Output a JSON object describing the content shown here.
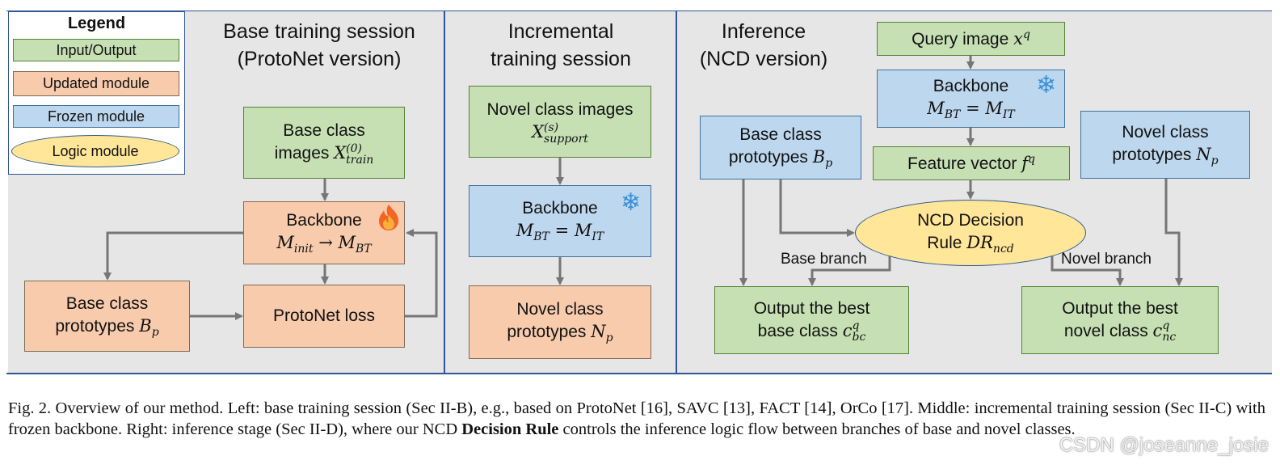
{
  "legend": {
    "title": "Legend",
    "input_output": "Input/Output",
    "updated_module": "Updated module",
    "frozen_module": "Frozen module",
    "logic_module": "Logic module"
  },
  "base_session": {
    "title_line1": "Base training session",
    "title_line2": "(ProtoNet version)",
    "images_line1": "Base class",
    "images_line2": "images ",
    "images_var": "X",
    "images_sup": "(0)",
    "images_sub": "train",
    "backbone_label": "Backbone",
    "backbone_math": "M",
    "backbone_sub1": "init",
    "backbone_arrow": " → M",
    "backbone_sub2": "BT",
    "prototypes_line1": "Base class",
    "prototypes_line2": "prototypes ",
    "prototypes_var": "B",
    "prototypes_sub": "p",
    "loss": "ProtoNet loss"
  },
  "incremental_session": {
    "title_line1": "Incremental",
    "title_line2": "training session",
    "images_line1": "Novel class images",
    "images_var": "X",
    "images_sup": "(s)",
    "images_sub": "support",
    "backbone_label": "Backbone",
    "backbone_m1": "M",
    "backbone_sub1": "BT",
    "backbone_eq": " = M",
    "backbone_sub2": "IT",
    "prototypes_line1": "Novel class",
    "prototypes_line2": "prototypes ",
    "prototypes_var": "N",
    "prototypes_sub": "p"
  },
  "inference": {
    "title_line1": "Inference",
    "title_line2": "(NCD version)",
    "query_label": "Query image ",
    "query_var": "x",
    "query_sup": "q",
    "backbone_label": "Backbone",
    "backbone_m1": "M",
    "backbone_sub1": "BT",
    "backbone_eq": " = M",
    "backbone_sub2": "IT",
    "feature_label": "Feature vector ",
    "feature_var": "f",
    "feature_sup": "q",
    "base_proto_line1": "Base class",
    "base_proto_line2": "prototypes ",
    "base_proto_var": "B",
    "base_proto_sub": "p",
    "novel_proto_line1": "Novel class",
    "novel_proto_line2": "prototypes ",
    "novel_proto_var": "N",
    "novel_proto_sub": "p",
    "ncd_line1": "NCD Decision",
    "ncd_line2": "Rule ",
    "ncd_var": "DR",
    "ncd_sub": "ncd",
    "base_branch": "Base branch",
    "novel_branch": "Novel branch",
    "out_base_line1": "Output the best",
    "out_base_line2": "base class ",
    "out_base_var": "c",
    "out_base_sup": "q",
    "out_base_sub": "bc",
    "out_novel_line1": "Output the best",
    "out_novel_line2": "novel class ",
    "out_novel_var": "c",
    "out_novel_sup": "q",
    "out_novel_sub": "nc"
  },
  "caption": {
    "prefix": "Fig. 2.  Overview of our method. Left: base training session (Sec II-B), e.g., based on ProtoNet [16], SAVC [13], FACT [14], OrCo [17]. Middle: incremental training session (Sec II-C) with frozen backbone. Right: inference stage (Sec II-D), where our NCD ",
    "bold": "Decision Rule",
    "suffix": " controls the inference logic flow between branches of base and novel classes."
  },
  "watermark": "CSDN @joseanne_josie",
  "icons": {
    "frozen": "snowflake-icon",
    "updated": "fire-icon"
  },
  "colors": {
    "input_output": "#c6e0b4",
    "updated_module": "#f8cbad",
    "frozen_module": "#bdd7ee",
    "logic_module": "#ffe699",
    "panel_border": "#2f5597",
    "panel_bg": "#e6e6e6",
    "arrow": "#767676"
  }
}
